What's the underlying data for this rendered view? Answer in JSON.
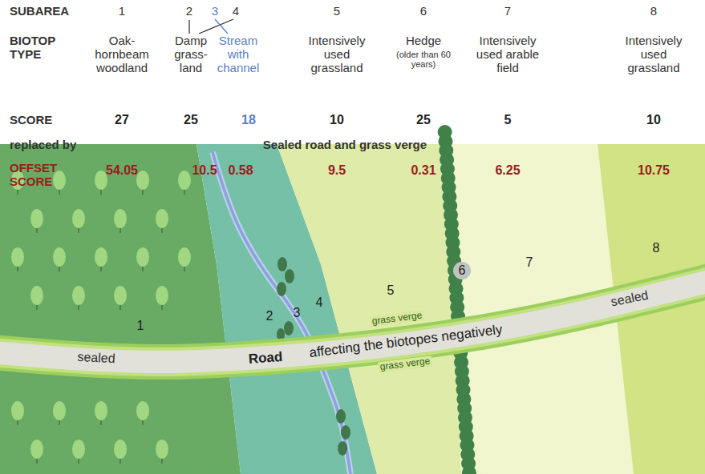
{
  "diagram": {
    "labels": [
      "SUBAREA",
      "1",
      "2",
      "3",
      "4",
      "5",
      "6",
      "7",
      "8",
      "BIOTOP TYPE",
      "Oak- hornbeam woodland",
      "Damp grass- land",
      "Stream with channel",
      "Intensively used grassland",
      "Hedge",
      "(older than 60 years)",
      "Intensively used arable field",
      "Intensively used grassland",
      "SCORE",
      "27",
      "25",
      "18",
      "10",
      "25",
      "5",
      "10",
      "replaced by",
      "Sealed road and grass verge",
      "OFFSET SCORE",
      "54.05",
      "10.5",
      "0.58",
      "9.5",
      "0.31",
      "6.25",
      "10.75",
      "1",
      "2",
      "3",
      "4",
      "5",
      "6",
      "7",
      "8",
      "sealed",
      "Road",
      "affecting the biotopes negatively",
      "grass verge",
      "grass verge",
      "sealed"
    ]
  }
}
